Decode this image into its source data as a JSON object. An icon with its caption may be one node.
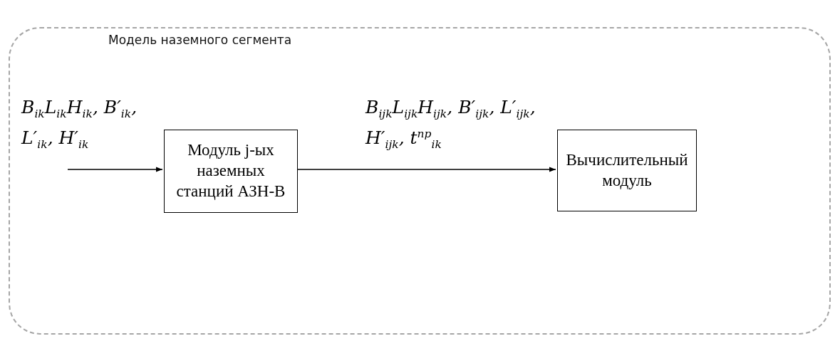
{
  "diagram": {
    "nodes": [
      {
        "text": [
          "Модель наземного сегмента"
        ]
      },
      {
        "text": [
          "Модуль j-ых наземных станций АЗН-В"
        ],
        "in": 0
      },
      {
        "text": [
          "Вычислительный модуль"
        ],
        "in": 0
      }
    ],
    "edges": [
      {
        "from": null,
        "to": 1,
        "arrow": "to",
        "label": "B$_{ik}$L$_{ik}$H$_{ik}$, B′$_{ik}$, L′$_{ik}$, H′$_{ik}$"
      },
      {
        "from": 1,
        "to": 2,
        "arrow": "to",
        "label": "B$_{ijk}$L$_{ijk}$H$_{ijk}$, B′$_{ijk}$, L′$_{ijk}$, H′$_{ijk}$, t$^{пр}$$_{ik}$"
      }
    ]
  }
}
